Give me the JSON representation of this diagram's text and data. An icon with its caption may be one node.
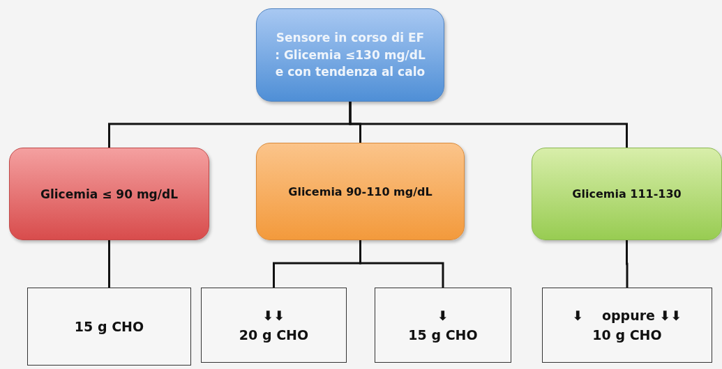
{
  "diagram": {
    "nodes": [
      {
        "text": [
          "Sensore in corso di EF : Glicemia ≤130 mg/dL e con tendenza al calo"
        ]
      },
      {
        "text": [
          "Glicemia ≤ 90  mg/dL"
        ]
      },
      {
        "text": [
          "Glicemia 90-110 mg/dL"
        ]
      },
      {
        "text": [
          "Glicemia 111-130"
        ]
      },
      {
        "text": [
          "15 g CHO"
        ]
      },
      {
        "text": [
          "⬇⬇",
          "20 g CHO"
        ]
      },
      {
        "text": [
          "⬇",
          "15 g CHO"
        ]
      },
      {
        "text": [
          "⬇    oppure ⬇⬇",
          "10 g CHO"
        ]
      }
    ],
    "edges": [
      {
        "from": 0,
        "to": 1,
        "arrow": "none"
      },
      {
        "from": 0,
        "to": 2,
        "arrow": "none"
      },
      {
        "from": 0,
        "to": 3,
        "arrow": "none"
      },
      {
        "from": 1,
        "to": 4,
        "arrow": "none"
      },
      {
        "from": 2,
        "to": 5,
        "arrow": "none"
      },
      {
        "from": 2,
        "to": 6,
        "arrow": "none"
      },
      {
        "from": 3,
        "to": 7,
        "arrow": "none"
      }
    ]
  }
}
